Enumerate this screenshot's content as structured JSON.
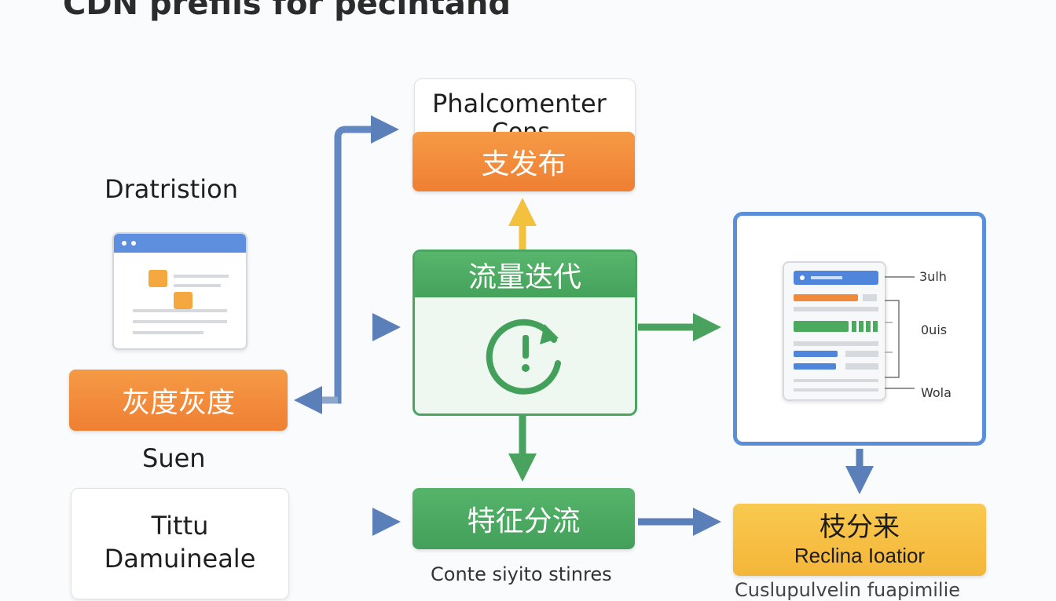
{
  "title": "CDN prefils for pecintand",
  "labels": {
    "distribution": "Dratristion",
    "suen": "Suen",
    "title_box_line1": "Tittu",
    "title_box_line2": "Damuineale",
    "phalcomenter_line1": "Phalcomenter",
    "phalcomenter_line2": "Cons",
    "bottom_caption": "Conte siyito stinres",
    "bottom_right_caption": "Cuslupulvelin fuapimilie"
  },
  "nodes": {
    "gray_release": "灰度灰度",
    "publish": "支发布",
    "flow_iteration": "流量迭代",
    "feature_split": "特征分流",
    "tech_source_line1": "枝分来",
    "tech_source_line2": "Reclina Ioatior"
  },
  "doc_panel": {
    "labels": [
      "3ulh",
      "0uis",
      "Wola"
    ]
  },
  "colors": {
    "orange": "#ef7f33",
    "green": "#45a25b",
    "blue": "#5b8fd9",
    "yellow": "#f4b63a"
  }
}
